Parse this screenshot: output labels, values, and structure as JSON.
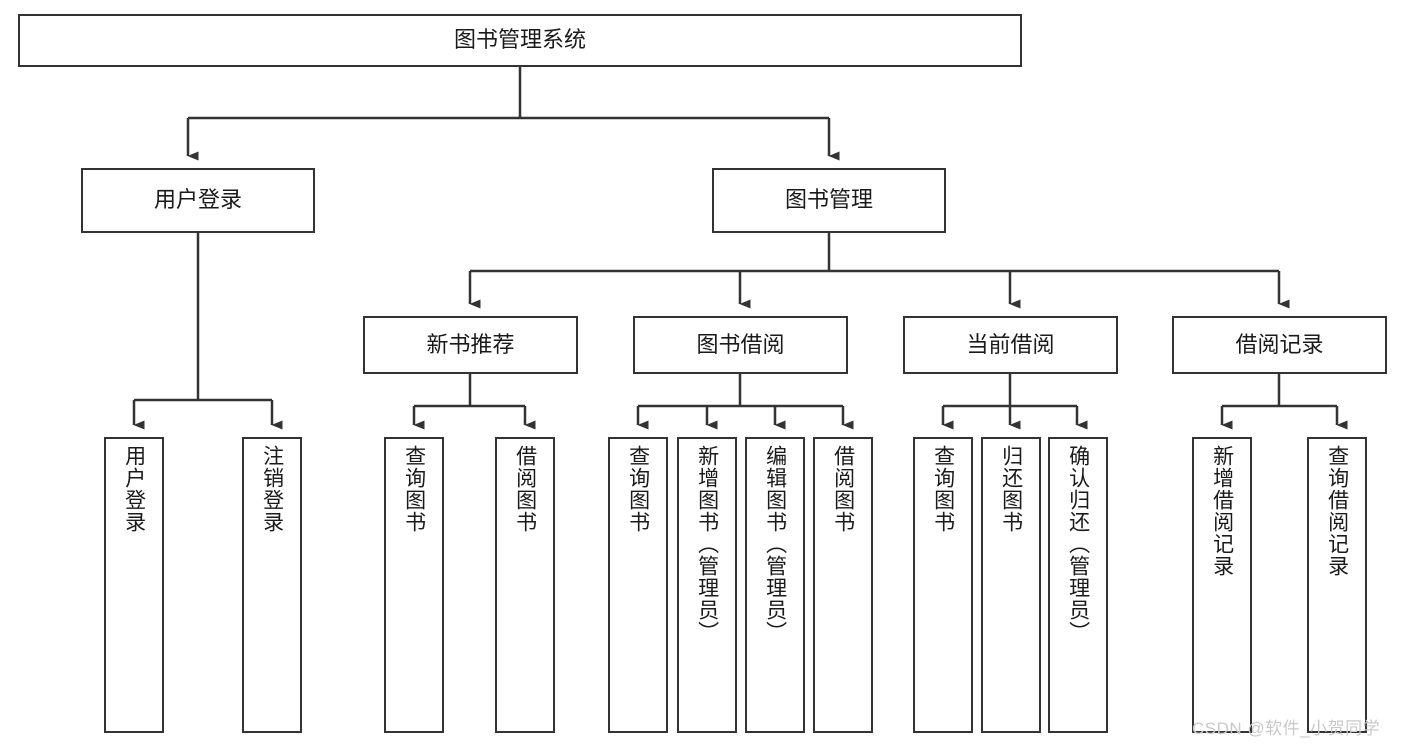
{
  "diagram": {
    "type": "hierarchy-tree",
    "title": "图书管理系统",
    "watermark": "CSDN @软件_小贺同学",
    "colors": {
      "box_border": "#333333",
      "box_fill": "#ffffff",
      "line": "#333333",
      "text": "#1a1a1a",
      "watermark": "#c9c9c9"
    },
    "nodes": {
      "root": {
        "label": "图书管理系统"
      },
      "level2": [
        {
          "label": "用户登录"
        },
        {
          "label": "图书管理"
        }
      ],
      "level3": [
        {
          "label": "新书推荐"
        },
        {
          "label": "图书借阅"
        },
        {
          "label": "当前借阅"
        },
        {
          "label": "借阅记录"
        }
      ],
      "leaves": {
        "user_login": [
          {
            "label": "用户登录"
          },
          {
            "label": "注销登录"
          }
        ],
        "new_book": [
          {
            "label": "查询图书"
          },
          {
            "label": "借阅图书"
          }
        ],
        "book_borrow": [
          {
            "label": "查询图书"
          },
          {
            "label": "新增图书（管理员）"
          },
          {
            "label": "编辑图书（管理员）"
          },
          {
            "label": "借阅图书"
          }
        ],
        "current_borrow": [
          {
            "label": "查询图书"
          },
          {
            "label": "归还图书"
          },
          {
            "label": "确认归还（管理员）"
          }
        ],
        "borrow_record": [
          {
            "label": "新增借阅记录"
          },
          {
            "label": "查询借阅记录"
          }
        ]
      }
    }
  }
}
